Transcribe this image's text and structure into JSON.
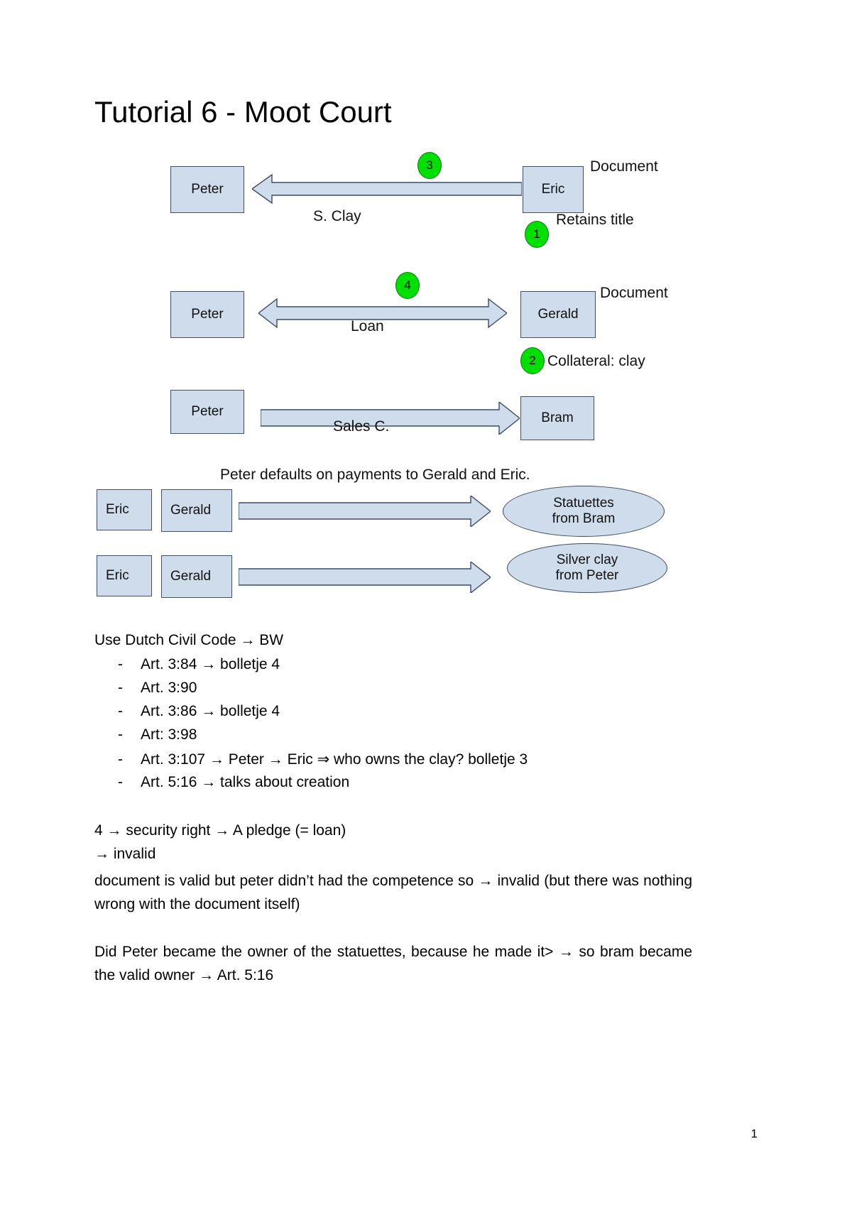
{
  "document": {
    "title": "Tutorial 6 - Moot Court",
    "page_number": "1"
  },
  "diagram": {
    "rows": [
      {
        "id": "row-clay-eric-peter",
        "from": "Eric",
        "to": "Peter",
        "arrow_label": "S. Clay",
        "marker": "3",
        "side_notes": [
          "Document",
          "Retains title"
        ],
        "side_marker": "1"
      },
      {
        "id": "row-loan-peter-gerald",
        "from": "Peter",
        "to": "Gerald",
        "arrow_label": "Loan",
        "marker": "4",
        "side_notes": [
          "Document",
          "Collateral: clay"
        ],
        "side_marker": "2"
      },
      {
        "id": "row-sales-peter-bram",
        "from": "Peter",
        "to": "Bram",
        "arrow_label": "Sales C."
      }
    ],
    "default_note": "Peter defaults on payments to Gerald and Eric.",
    "claim_rows": [
      {
        "id": "claim-statuettes",
        "left_box": "Eric",
        "right_box": "Gerald",
        "target_line_1": "Statuettes",
        "target_line_2": "from Bram"
      },
      {
        "id": "claim-silver-clay",
        "left_box": "Eric",
        "right_box": "Gerald",
        "target_line_1": "Silver clay",
        "target_line_2": "from Peter"
      }
    ],
    "box_labels": {
      "peter": "Peter",
      "eric": "Eric",
      "gerald": "Gerald",
      "bram": "Bram"
    },
    "colors": {
      "box_fill": "#cfdceb",
      "box_stroke": "#40506b",
      "marker_fill": "#00e000",
      "marker_stroke": "#0a7a0a"
    }
  },
  "notes": {
    "code_heading": "Use Dutch Civil Code → BW",
    "articles": [
      "Art. 3:84 → bolletje 4",
      "Art. 3:90",
      "Art. 3:86 → bolletje 4",
      "Art: 3:98",
      "Art. 3:107   → Peter → Eric ⇒ who owns the clay? bolletje 3",
      "Art. 5:16  → talks about creation"
    ],
    "bullet_marker": "-",
    "paragraph_1_line_1": "4 → security right → A pledge (= loan)",
    "paragraph_1_line_2": "→ invalid",
    "paragraph_2": "document is valid but peter didn’t had the competence so → invalid (but there was nothing wrong with the document itself)",
    "paragraph_3": "Did Peter became the owner of the statuettes, because he made it> → so bram became the valid owner → Art. 5:16"
  }
}
